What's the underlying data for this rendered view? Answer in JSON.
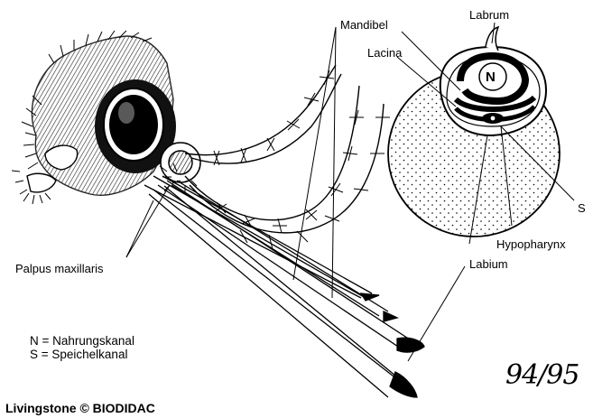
{
  "labels": {
    "labrum": "Labrum",
    "mandibel": "Mandibel",
    "lacina": "Lacina",
    "n_marker": "N",
    "s_marker": "S",
    "hypopharynx": "Hypopharynx",
    "labium": "Labium",
    "palpus": "Palpus maxillaris"
  },
  "legend": {
    "n": "N = Nahrungskanal",
    "s": "S = Speichelkanal"
  },
  "credit": "Livingstone © BIODIDAC",
  "signature": "94/95"
}
